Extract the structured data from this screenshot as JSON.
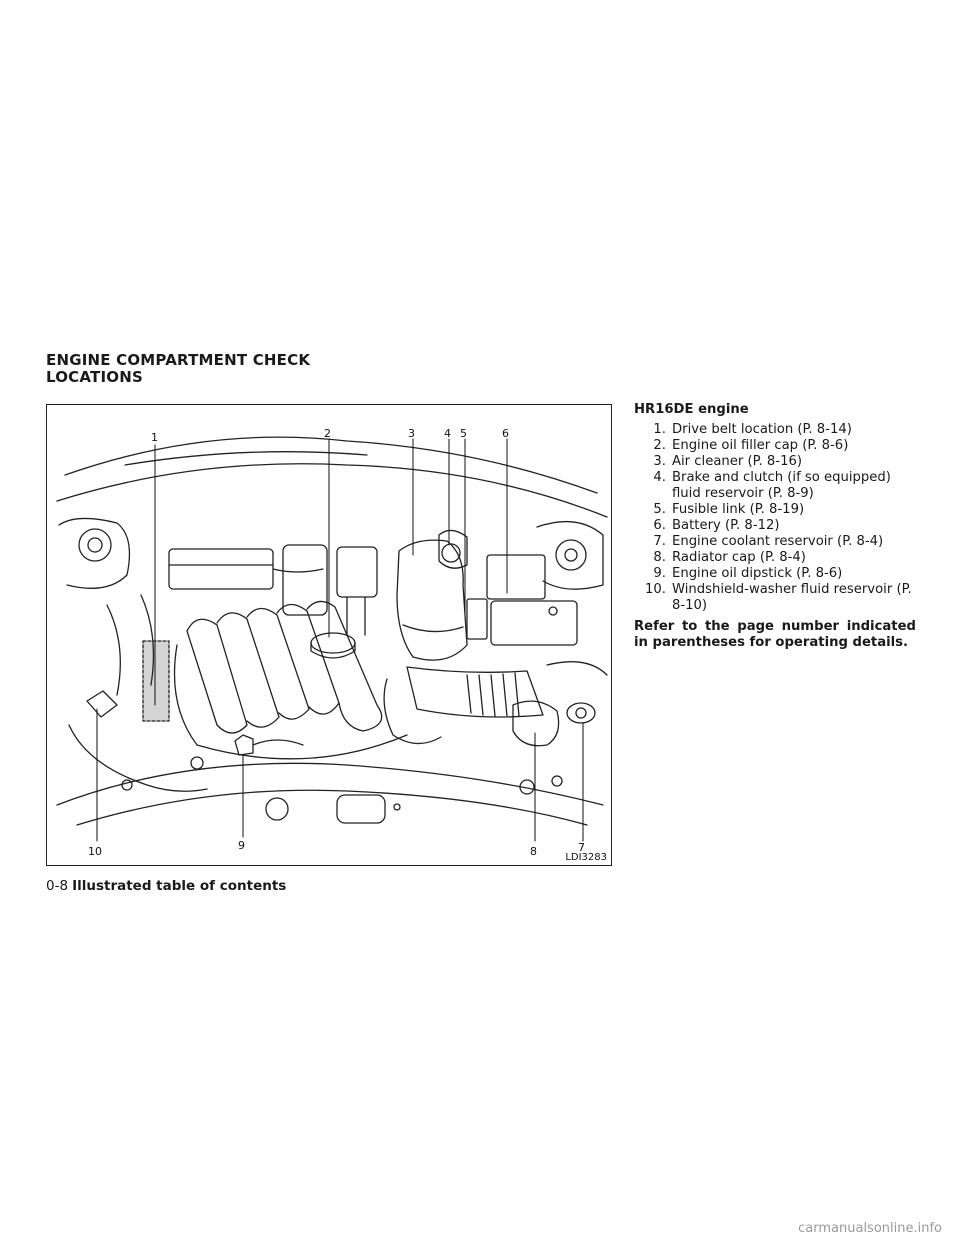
{
  "section": {
    "title_line1": "ENGINE COMPARTMENT CHECK",
    "title_line2": "LOCATIONS"
  },
  "figure": {
    "code": "LDI3283",
    "callouts": [
      "1",
      "2",
      "3",
      "4",
      "5",
      "6",
      "7",
      "8",
      "9",
      "10"
    ]
  },
  "legend": {
    "heading": "HR16DE engine",
    "items": [
      {
        "num": "1.",
        "text": "Drive belt location (P. 8-14)"
      },
      {
        "num": "2.",
        "text": "Engine oil filler cap (P. 8-6)"
      },
      {
        "num": "3.",
        "text": "Air cleaner (P. 8-16)"
      },
      {
        "num": "4.",
        "text": "Brake and clutch (if so equipped) fluid reservoir (P. 8-9)"
      },
      {
        "num": "5.",
        "text": "Fusible link (P. 8-19)"
      },
      {
        "num": "6.",
        "text": "Battery (P. 8-12)"
      },
      {
        "num": "7.",
        "text": "Engine coolant reservoir (P. 8-4)"
      },
      {
        "num": "8.",
        "text": "Radiator cap (P. 8-4)"
      },
      {
        "num": "9.",
        "text": "Engine oil dipstick (P. 8-6)"
      },
      {
        "num": "10.",
        "text": "Windshield-washer fluid reservoir (P. 8-10)"
      }
    ],
    "note": "Refer to the page number indicated in parentheses for operating details."
  },
  "footer": {
    "page_number": "0-8",
    "chapter": "Illustrated table of contents"
  },
  "watermark": "carmanualsonline.info"
}
